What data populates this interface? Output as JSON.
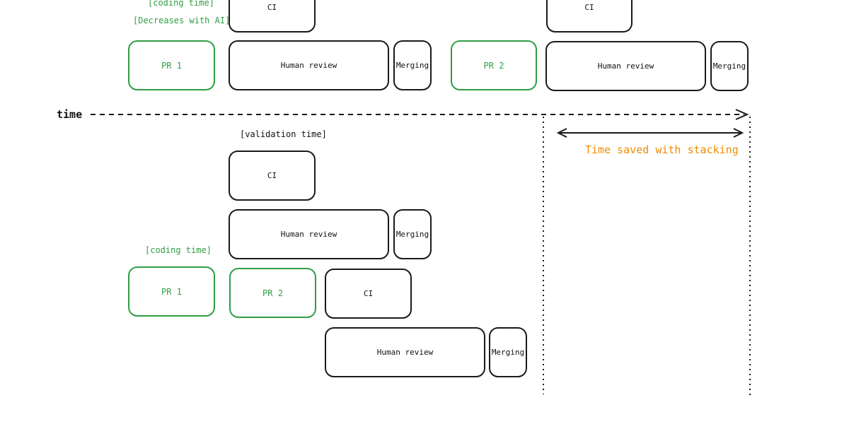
{
  "colors": {
    "ink": "#1a1a1a",
    "green": "#2f9e44",
    "orange": "#f08c00"
  },
  "top": {
    "coding_label": "[coding time]",
    "decrease_label": "[Decreases with AI]",
    "ci_1": "CI",
    "ci_2": "CI",
    "pr1": "PR 1",
    "review_1": "Human review",
    "merging_1": "Merging",
    "pr2": "PR 2",
    "review_2": "Human review",
    "merging_2": "Merging"
  },
  "axis": {
    "label": "time"
  },
  "savings": {
    "label": "Time saved with stacking"
  },
  "bottom": {
    "validation_label": "[validation time]",
    "ci_1": "CI",
    "review_1": "Human review",
    "merging_1": "Merging",
    "coding_label": "[coding time]",
    "pr1": "PR 1",
    "pr2": "PR 2",
    "ci_2": "CI",
    "review_2": "Human review",
    "merging_2": "Merging"
  }
}
